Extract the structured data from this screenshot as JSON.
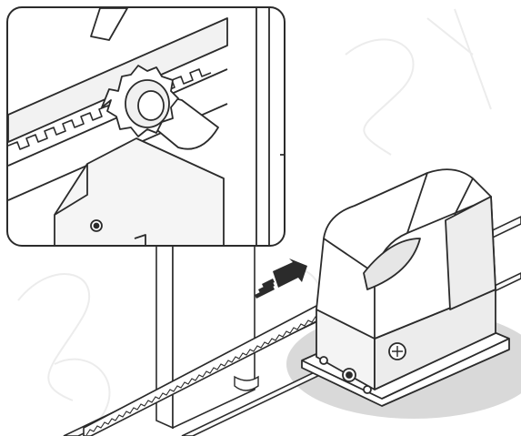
{
  "diagram": {
    "subject": "sliding-gate-motor-rack-installation",
    "parts": [
      "gate-motor-unit",
      "gear-rack",
      "drive-pinion",
      "gate-post",
      "guide-rail",
      "mounting-base-plate",
      "release-lock"
    ],
    "icons": [
      "direction-arrow-icon",
      "release-key-icon"
    ],
    "colors": {
      "outline": "#2b2b2b",
      "body_fill": "#ffffff",
      "shadow": "#d9d9d9",
      "motor_top": "#f2f2f2",
      "motor_side": "#e6e6e6",
      "watermark": "#ececec",
      "arrow": "#2b2b2b"
    }
  }
}
